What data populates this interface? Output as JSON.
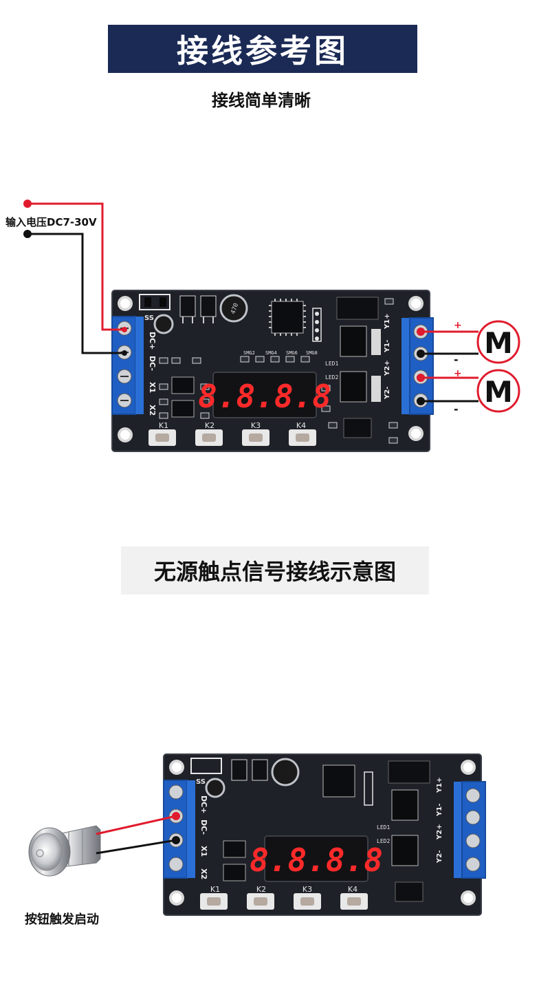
{
  "header": {
    "title": "接线参考图",
    "subtitle": "接线简单清晰"
  },
  "diagram1": {
    "input_label": "输入电压DC7-30V",
    "terminal_left": [
      "DC+",
      "DC-",
      "X1",
      "X2"
    ],
    "terminal_right": [
      "Y1+",
      "Y1-",
      "Y2+",
      "Y2-"
    ],
    "motor_label": "M",
    "plus_sign": "+",
    "minus_sign": "-",
    "keys": [
      "K1",
      "K2",
      "K3",
      "K4"
    ],
    "display": "8.8.8.8",
    "led_labels": [
      "LED1",
      "LED2"
    ],
    "silk_labels": [
      "SMG2",
      "SMG4",
      "SMG6",
      "SMG8",
      "SS"
    ]
  },
  "section2": {
    "title": "无源触点信号接线示意图",
    "button_label": "按钮触发启动"
  },
  "colors": {
    "banner_bg": "#1b2a55",
    "pcb": "#1e2128",
    "terminal": "#1f5fc4",
    "wire_red": "#e01b2d",
    "wire_black": "#111111",
    "segment": "#ff2a2a"
  }
}
